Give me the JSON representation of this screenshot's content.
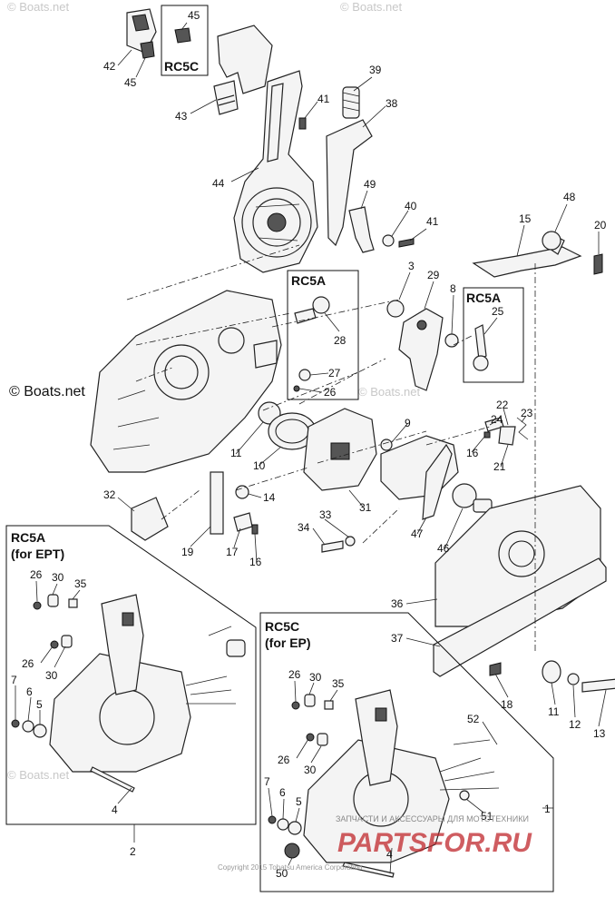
{
  "watermarks": {
    "main": "© Boats.net",
    "faint": "© Boats.net"
  },
  "boxes": [
    {
      "id": "rc5c-top",
      "label": "RC5C",
      "sublabel": ""
    },
    {
      "id": "rc5a-mid",
      "label": "RC5A",
      "sublabel": ""
    },
    {
      "id": "rc5a-right",
      "label": "RC5A",
      "sublabel": ""
    },
    {
      "id": "rc5a-ept",
      "label": "RC5A",
      "sublabel": "(for EPT)"
    },
    {
      "id": "rc5c-ep",
      "label": "RC5C",
      "sublabel": "(for EP)"
    }
  ],
  "callouts": [
    "45",
    "42",
    "45",
    "43",
    "44",
    "39",
    "41",
    "38",
    "49",
    "40",
    "41",
    "48",
    "20",
    "15",
    "3",
    "29",
    "8",
    "25",
    "28",
    "27",
    "26",
    "9",
    "24",
    "22",
    "23",
    "16",
    "21",
    "11",
    "10",
    "31",
    "47",
    "46",
    "32",
    "14",
    "19",
    "17",
    "16",
    "33",
    "34",
    "36",
    "37",
    "18",
    "11",
    "12",
    "13",
    "26",
    "30",
    "35",
    "26",
    "30",
    "7",
    "6",
    "5",
    "4",
    "2",
    "26",
    "30",
    "35",
    "52",
    "26",
    "30",
    "7",
    "6",
    "5",
    "4",
    "51",
    "50",
    "1"
  ],
  "footer": {
    "copyright": "Copyright 2015 Tohatsu America Corporation",
    "brand_tagline": "ЗАПЧАСТИ И АКСЕССУАРЫ ДЛЯ МОТОТЕХНИКИ",
    "brand_name": "PARTSFOR.RU"
  },
  "colors": {
    "line": "#222222",
    "brand": "#c0282d"
  }
}
